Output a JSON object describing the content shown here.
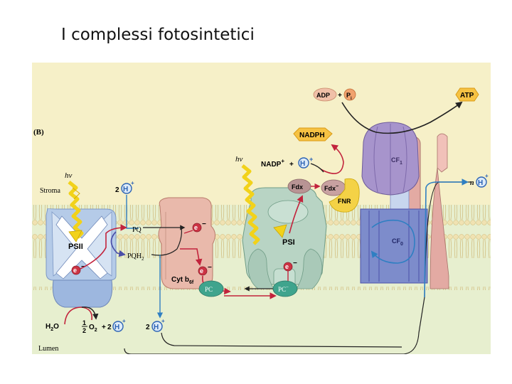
{
  "slide": {
    "title": "I complessi fotosintetici"
  },
  "figure": {
    "panel_label": "(B)",
    "regions": {
      "stroma": "Stroma",
      "lumen": "Lumen"
    },
    "light_1": "hν",
    "light_2": "hν",
    "proteins": {
      "psii": "PSII",
      "psi": "PSI",
      "cyt_b": "Cyt b",
      "cyt_sub": "6f",
      "fnr": "FNR",
      "cf1_main": "CF",
      "cf1_sub": "1",
      "cf0_main": "CF",
      "cf0_sub": "0"
    },
    "carriers": {
      "pq": "PQ",
      "pqh_main": "PQH",
      "pqh_sub": "2",
      "pc": "PC",
      "pc_reduced": "PC",
      "pc_sup": "−",
      "fdx": "Fdx",
      "fdx_reduced": "Fdx",
      "fdx_sup": "−"
    },
    "electron": {
      "symbol": "e",
      "charge": "−"
    },
    "proton": {
      "symbol": "H",
      "charge": "+"
    },
    "stroma_protons": {
      "coef": "2"
    },
    "lumen_protons_left": {
      "coef": "2"
    },
    "lumen_protons_right": {
      "coef": "2"
    },
    "atp_synthase_protons": {
      "coef": "n"
    },
    "water_split": {
      "h2o_main": "H",
      "h2o_sub": "2",
      "h2o_end": "O",
      "half_num": "1",
      "half_den": "2",
      "o2_main": "O",
      "o2_sub": "2",
      "plus": "+"
    },
    "nadp": {
      "label": "NADP",
      "sup": "+",
      "plus": "+"
    },
    "nadph": {
      "label": "NADPH"
    },
    "adp": {
      "label": "ADP",
      "plus": "+",
      "pi_main": "P",
      "pi_sub": "i"
    },
    "atp": {
      "label": "ATP"
    }
  },
  "colors": {
    "stroma_bg": "#f6f0c8",
    "lumen_bg": "#e6efcd",
    "membrane_head": "#f0e2b2",
    "psii": "#b6cce8",
    "cytb6f": "#e9b9ab",
    "psi": "#b8d4c4",
    "cf1": "#a794cc",
    "cf0": "#7d8ccb",
    "fnr": "#f4d246",
    "electron": "#cc3344",
    "proton_ring": "#2c63b4",
    "pc": "#3fa48d",
    "light_arrow": "#f2d21a",
    "atp_badge": "#f6c243",
    "nadph_badge": "#f6c243"
  }
}
